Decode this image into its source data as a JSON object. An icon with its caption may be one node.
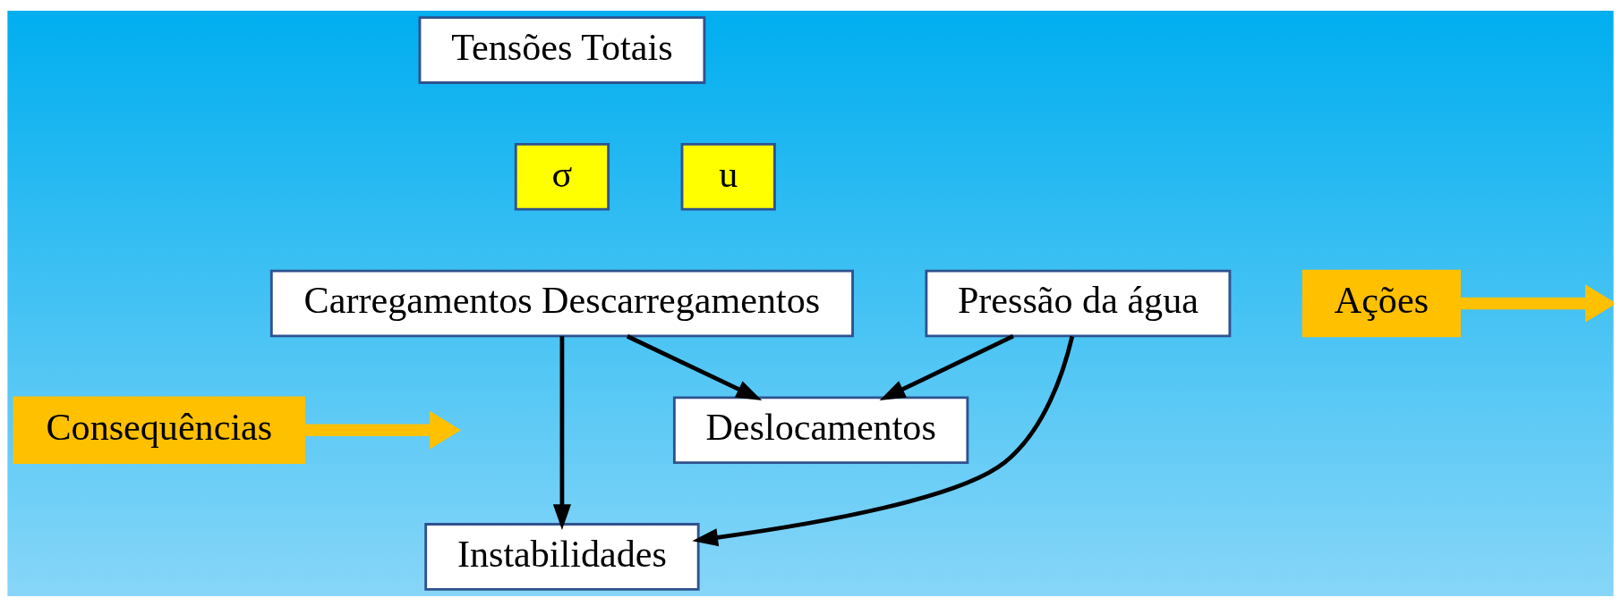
{
  "diagram": {
    "nodes": [
      {
        "text": [
          "Tensões Totais"
        ]
      },
      {
        "text": [
          "σ"
        ]
      },
      {
        "text": [
          "u"
        ]
      },
      {
        "text": [
          "Carregamentos Descarregamentos"
        ]
      },
      {
        "text": [
          "Pressão da água"
        ]
      },
      {
        "text": [
          "Ações"
        ]
      },
      {
        "text": [
          "Consequências"
        ]
      },
      {
        "text": [
          "Deslocamentos"
        ]
      },
      {
        "text": [
          "Instabilidades"
        ]
      }
    ],
    "edges": [
      {
        "from": 5,
        "to": null,
        "arrow": "to",
        "style": "thick",
        "color": "#ffc000"
      },
      {
        "from": 6,
        "to": null,
        "arrow": "to",
        "style": "thick",
        "color": "#ffc000"
      },
      {
        "from": 3,
        "to": 7,
        "arrow": "to"
      },
      {
        "from": 3,
        "to": 8,
        "arrow": "to"
      },
      {
        "from": 4,
        "to": 7,
        "arrow": "to"
      },
      {
        "from": 4,
        "to": 8,
        "arrow": "to"
      }
    ]
  }
}
